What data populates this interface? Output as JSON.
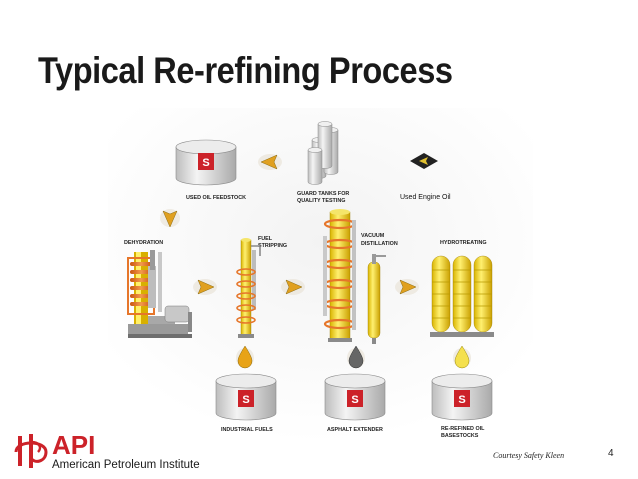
{
  "slide": {
    "title": "Typical Re-refining Process",
    "page_number": "4",
    "credit": "Courtesy Safety Kleen"
  },
  "logo": {
    "name": "API",
    "subtitle": "American Petroleum Institute"
  },
  "diagram": {
    "annotation": "Used Engine Oil",
    "stages": {
      "used_oil_feedstock": "USED OIL FEEDSTOCK",
      "guard_tanks_line1": "GUARD TANKS FOR",
      "guard_tanks_line2": "QUALITY TESTING",
      "dehydration": "DEHYDRATION",
      "fuel_stripping_line1": "FUEL",
      "fuel_stripping_line2": "STRIPPING",
      "vacuum_distillation_line1": "VACUUM",
      "vacuum_distillation_line2": "DISTILLATION",
      "hydrotreating": "HYDROTREATING",
      "industrial_fuels": "INDUSTRIAL FUELS",
      "asphalt_extender": "ASPHALT EXTENDER",
      "rerefined_line1": "RE-REFINED OIL",
      "rerefined_line2": "BASESTOCKS"
    },
    "tank_logo_letter": "S"
  },
  "colors": {
    "title": "#1a1a1a",
    "brand_red": "#cc2229",
    "column_yellow": "#f3d21a",
    "heater_orange": "#e6762a",
    "tank_gray": "#d9d9d9",
    "drop_fuel": "#e8a317",
    "drop_asphalt": "#666666",
    "drop_basestock": "#f4e04d"
  }
}
